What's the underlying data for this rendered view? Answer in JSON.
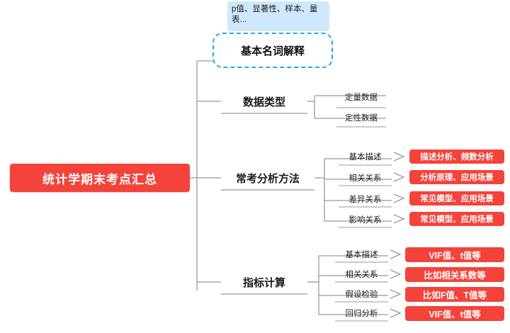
{
  "diagram": {
    "type": "mindmap",
    "title": "统计学期末考点汇总",
    "colors": {
      "accent_red": "#f4433a",
      "note_blue": "#cfe8fb",
      "dashed_blue": "#2aa7e8",
      "line_gray": "#999999",
      "text_dark": "#1a1a1a"
    },
    "root": {
      "label": "统计学期末考点汇总"
    },
    "note": {
      "label": "p值、显著性、样本、量表..."
    },
    "branches": [
      {
        "label": "基本名词解释",
        "children": []
      },
      {
        "label": "数据类型",
        "children": [
          {
            "label": "定量数据",
            "result": ""
          },
          {
            "label": "定性数据",
            "result": ""
          }
        ]
      },
      {
        "label": "常考分析方法",
        "children": [
          {
            "label": "基本描述",
            "result": "描述分析、频数分析"
          },
          {
            "label": "相关关系",
            "result": "分析原理、应用场景"
          },
          {
            "label": "差异关系",
            "result": "常见模型、应用场景"
          },
          {
            "label": "影响关系",
            "result": "常见模型、应用场景"
          }
        ]
      },
      {
        "label": "指标计算",
        "children": [
          {
            "label": "基本描述",
            "result": "VIF值、t值等"
          },
          {
            "label": "相关关系",
            "result": "比如相关系数等"
          },
          {
            "label": "假设检验",
            "result": "比如F值、T值等"
          },
          {
            "label": "回归分析",
            "result": "VIF值、t值等"
          }
        ]
      }
    ]
  }
}
